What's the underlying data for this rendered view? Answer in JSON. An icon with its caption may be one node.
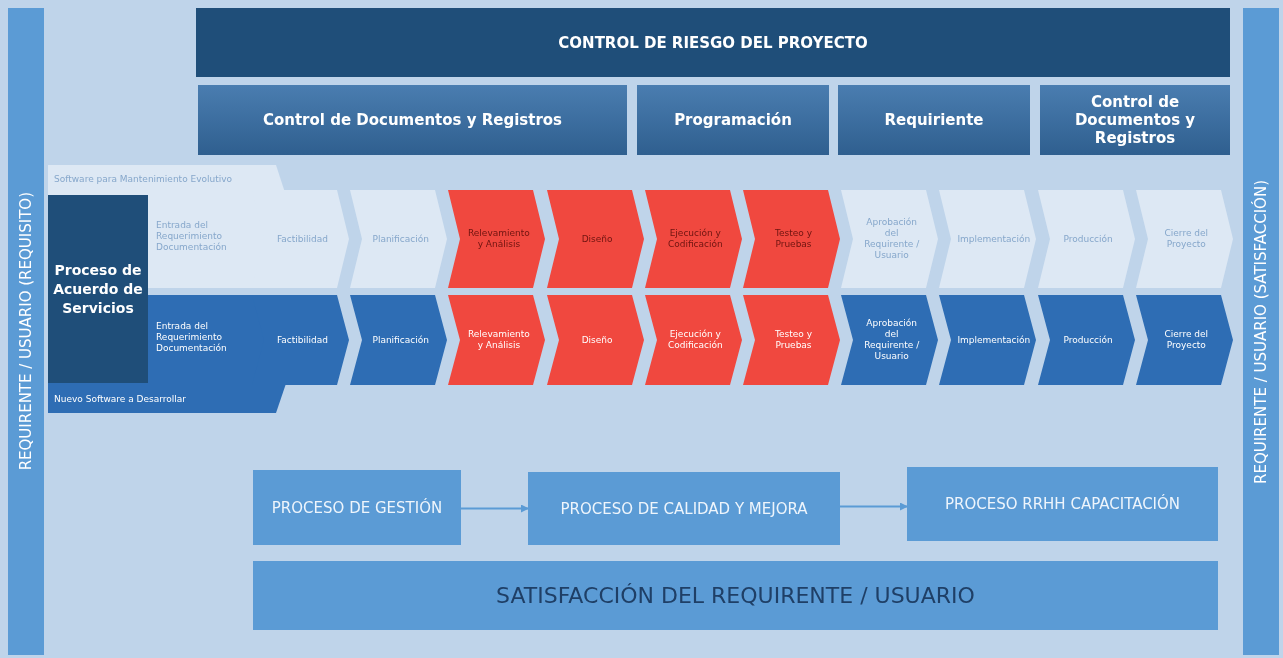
{
  "diagram": {
    "nodes": [
      {
        "text": [
          "REQUIRENTE / USUARIO (REQUISITO)"
        ]
      },
      {
        "text": [
          "CONTROL DE RIESGO DEL PROYECTO"
        ]
      },
      {
        "text": [
          "Control de Documentos y Registros"
        ]
      },
      {
        "text": [
          "Programación"
        ]
      },
      {
        "text": [
          "Requiriente"
        ]
      },
      {
        "text": [
          "Control de Documentos y Registros"
        ]
      },
      {
        "text": [
          "REQUIRENTE / USUARIO (SATISFACCIÓN)"
        ]
      },
      {
        "text": [
          "Proceso de Acuerdo de Servicios"
        ]
      },
      {
        "text": [
          "Software para Mantenimiento Evolutivo",
          "Entrada del Requerimiento Documentación"
        ]
      },
      {
        "text": [
          "Factibilidad"
        ]
      },
      {
        "text": [
          "Planificación"
        ]
      },
      {
        "text": [
          "Relevamiento y Análisis"
        ]
      },
      {
        "text": [
          "Diseño"
        ]
      },
      {
        "text": [
          "Ejecución y Codificación"
        ]
      },
      {
        "text": [
          "Testeo y Pruebas"
        ]
      },
      {
        "text": [
          "Aprobación del Requirente / Usuario"
        ]
      },
      {
        "text": [
          "Implementación"
        ]
      },
      {
        "text": [
          "Producción"
        ]
      },
      {
        "text": [
          "Cierre del Proyecto"
        ]
      },
      {
        "text": [
          "Entrada del Requerimiento Documentación",
          "Nuevo Software a Desarrollar"
        ]
      },
      {
        "text": [
          "Factibilidad"
        ]
      },
      {
        "text": [
          "Planificación"
        ]
      },
      {
        "text": [
          "Relevamiento y Análisis"
        ]
      },
      {
        "text": [
          "Diseño"
        ]
      },
      {
        "text": [
          "Ejecución y Codificación"
        ]
      },
      {
        "text": [
          "Testeo y Pruebas"
        ]
      },
      {
        "text": [
          "Aprobación del Requirente / Usuario"
        ]
      },
      {
        "text": [
          "Implementación"
        ]
      },
      {
        "text": [
          "Producción"
        ]
      },
      {
        "text": [
          "Cierre del Proyecto"
        ]
      },
      {
        "text": [
          "PROCESO DE GESTIÓN"
        ]
      },
      {
        "text": [
          "PROCESO DE CALIDAD Y MEJORA"
        ]
      },
      {
        "text": [
          "PROCESO RRHH CAPACITACIÓN"
        ]
      },
      {
        "text": [
          "SATISFACCIÓN DEL REQUIRENTE / USUARIO"
        ]
      }
    ],
    "edges": [
      {
        "from": 30,
        "to": 31,
        "arrow": "to"
      },
      {
        "from": 31,
        "to": 32,
        "arrow": "to"
      }
    ]
  }
}
